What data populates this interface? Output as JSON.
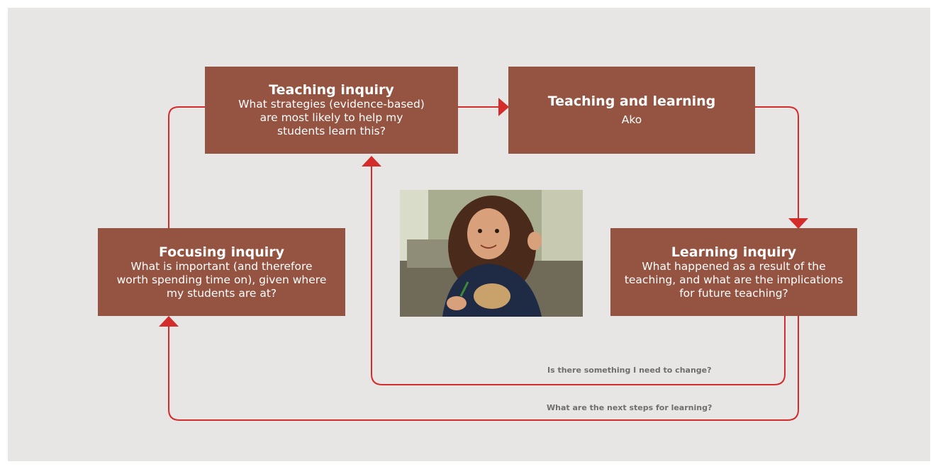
{
  "colors": {
    "background": "#e8e6e4",
    "box": "#955341",
    "arrow": "#d42b2b",
    "label": "#6e6e6e"
  },
  "boxes": {
    "teaching_inquiry": {
      "title": "Teaching inquiry",
      "text": "What strategies (evidence-based) are most likely to help my students learn this?"
    },
    "teaching_learning": {
      "title": "Teaching and learning",
      "text": "Ako"
    },
    "focusing_inquiry": {
      "title": "Focusing inquiry",
      "text": "What is important (and therefore worth spending time on), given where my students are at?"
    },
    "learning_inquiry": {
      "title": "Learning inquiry",
      "text": "What happened as a result of the teaching, and what are the implications for future teaching?"
    }
  },
  "labels": {
    "change": "Is there something I need to change?",
    "next_steps": "What are the next steps for learning?"
  },
  "photo": {
    "subject": "girl-writing-photo"
  }
}
